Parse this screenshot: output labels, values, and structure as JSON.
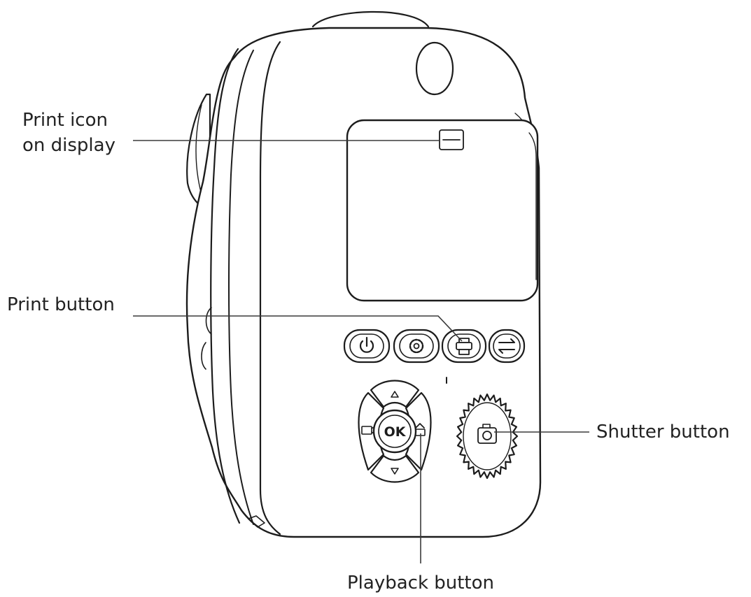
{
  "labels": {
    "print_icon_line1": "Print icon",
    "print_icon_line2": "on display",
    "print_button": "Print button",
    "shutter_button": "Shutter button",
    "playback_button": "Playback button"
  },
  "dpad": {
    "ok": "OK"
  },
  "icons": {
    "power": "power-icon",
    "settings": "gear-icon",
    "print": "printer-icon",
    "mode": "swap-arrows-icon",
    "camera": "camera-icon",
    "video": "video-icon",
    "playback": "playback-icon",
    "print_display": "print-display-icon"
  },
  "colors": {
    "ink": "#1c1c1c",
    "background": "#ffffff"
  }
}
